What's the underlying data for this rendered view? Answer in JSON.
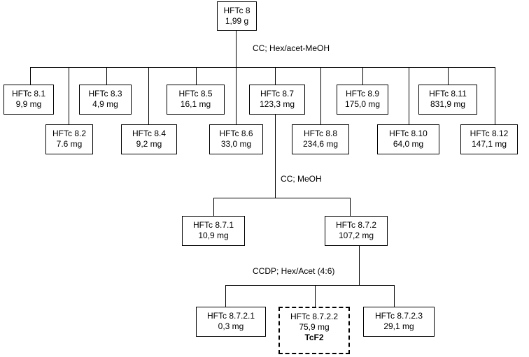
{
  "nodes": {
    "root": {
      "label": "HFTc 8",
      "mass": "1,99 g"
    },
    "n8_1": {
      "label": "HFTc 8.1",
      "mass": "9,9 mg"
    },
    "n8_2": {
      "label": "HFTc 8.2",
      "mass": "7.6 mg"
    },
    "n8_3": {
      "label": "HFTc 8.3",
      "mass": "4,9 mg"
    },
    "n8_4": {
      "label": "HFTc 8.4",
      "mass": "9,2 mg"
    },
    "n8_5": {
      "label": "HFTc 8.5",
      "mass": "16,1 mg"
    },
    "n8_6": {
      "label": "HFTc 8.6",
      "mass": "33,0 mg"
    },
    "n8_7": {
      "label": "HFTc 8.7",
      "mass": "123,3 mg"
    },
    "n8_8": {
      "label": "HFTc 8.8",
      "mass": "234,6 mg"
    },
    "n8_9": {
      "label": "HFTc 8.9",
      "mass": "175,0 mg"
    },
    "n8_10": {
      "label": "HFTc 8.10",
      "mass": "64,0 mg"
    },
    "n8_11": {
      "label": "HFTc 8.11",
      "mass": "831,9 mg"
    },
    "n8_12": {
      "label": "HFTc 8.12",
      "mass": "147,1 mg"
    },
    "n871": {
      "label": "HFTc 8.7.1",
      "mass": "10,9 mg"
    },
    "n872": {
      "label": "HFTc 8.7.2",
      "mass": "107,2 mg"
    },
    "n8721": {
      "label": "HFTc 8.7.2.1",
      "mass": "0,3 mg"
    },
    "n8722": {
      "label": "HFTc 8.7.2.2",
      "mass": "75,9 mg",
      "tag": "TcF2"
    },
    "n8723": {
      "label": "HFTc 8.7.2.3",
      "mass": "29,1 mg"
    }
  },
  "methods": {
    "level1": "CC; Hex/acet-MeOH",
    "level2": "CC; MeOH",
    "level3": "CCDP; Hex/Acet (4:6)"
  }
}
